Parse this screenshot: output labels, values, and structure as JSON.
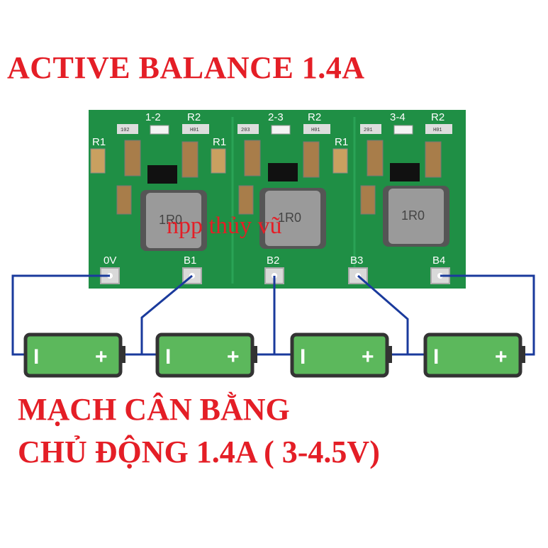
{
  "title": "ACTIVE BALANCE 1.4A",
  "subtitle_line1": "MẠCH CÂN BẰNG",
  "subtitle_line2": "CHỦ ĐỘNG 1.4A ( 3-4.5V)",
  "watermark": "npp thủy vũ",
  "board": {
    "section_labels": [
      "1-2",
      "2-3",
      "3-4"
    ],
    "resistor_labels": [
      "R1",
      "R2"
    ],
    "terminal_labels": [
      "0V",
      "B1",
      "B2",
      "B3",
      "B4"
    ],
    "inductor_marking": "1R0",
    "chip_markings": [
      "102",
      "H01",
      "203",
      "H01",
      "201",
      "H01"
    ]
  },
  "battery": {
    "neg_sign": "I",
    "pos_sign": "+"
  },
  "colors": {
    "text_red": "#e41e26",
    "pcb_green": "#1f8f45",
    "wire_blue": "#1a3a9c",
    "battery_green": "#5cb85c"
  }
}
